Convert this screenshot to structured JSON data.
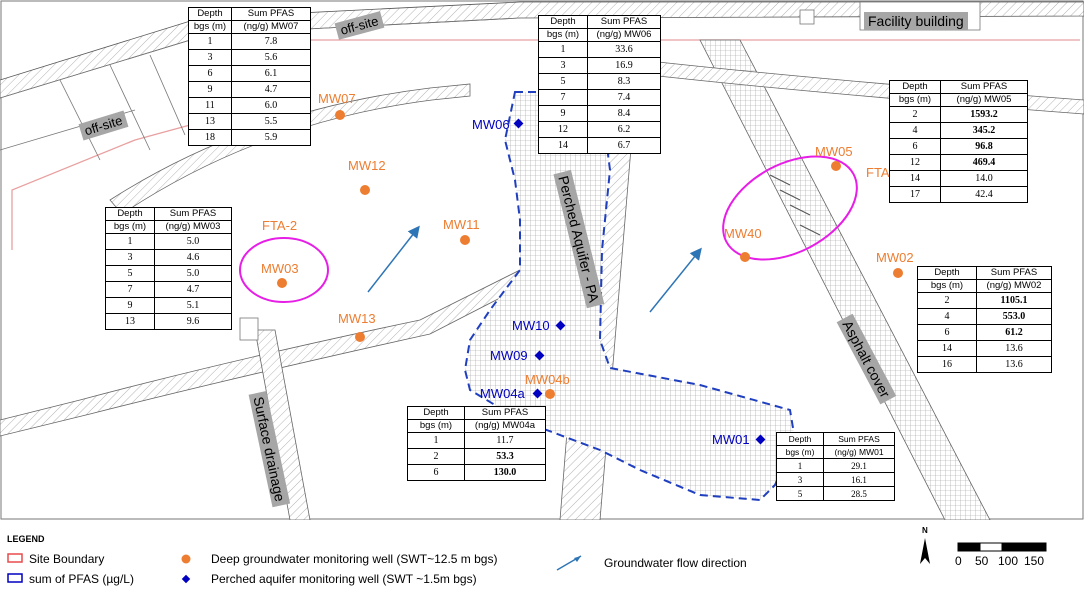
{
  "map_labels": {
    "offsite_top": "off-site",
    "offsite_left": "off-site",
    "facility": "Facility building",
    "perched_aquifer": "Perched Aquifer - PA",
    "asphalt": "Asphalt cover",
    "surface_drainage": "Surface drainage",
    "fta2": "FTA-2",
    "fta": "FTA"
  },
  "wells": {
    "MW07": "MW07",
    "MW12": "MW12",
    "MW11": "MW11",
    "MW03": "MW03",
    "MW13": "MW13",
    "MW06": "MW06",
    "MW10": "MW10",
    "MW09": "MW09",
    "MW04a": "MW04a",
    "MW04b": "MW04b",
    "MW05": "MW05",
    "MW40": "MW40",
    "MW02": "MW02",
    "MW01": "MW01"
  },
  "tables": {
    "MW07": {
      "h1": "Depth",
      "h2": "bgs (m)",
      "h3": "Sum PFAS",
      "h4": "(ng/g) MW07",
      "rows": [
        [
          "1",
          "7.8"
        ],
        [
          "3",
          "5.6"
        ],
        [
          "6",
          "6.1"
        ],
        [
          "9",
          "4.7"
        ],
        [
          "11",
          "6.0"
        ],
        [
          "13",
          "5.5"
        ],
        [
          "18",
          "5.9"
        ]
      ]
    },
    "MW06": {
      "h1": "Depth",
      "h2": "bgs (m)",
      "h3": "Sum PFAS",
      "h4": "(ng/g) MW06",
      "rows": [
        [
          "1",
          "33.6"
        ],
        [
          "3",
          "16.9"
        ],
        [
          "5",
          "8.3"
        ],
        [
          "7",
          "7.4"
        ],
        [
          "9",
          "8.4"
        ],
        [
          "12",
          "6.2"
        ],
        [
          "14",
          "6.7"
        ]
      ]
    },
    "MW05": {
      "h1": "Depth",
      "h2": "bgs (m)",
      "h3": "Sum PFAS",
      "h4": "(ng/g) MW05",
      "rows": [
        [
          "2",
          "1593.2"
        ],
        [
          "4",
          "345.2"
        ],
        [
          "6",
          "96.8"
        ],
        [
          "12",
          "469.4"
        ],
        [
          "14",
          "14.0"
        ],
        [
          "17",
          "42.4"
        ]
      ]
    },
    "MW03": {
      "h1": "Depth",
      "h2": "bgs (m)",
      "h3": "Sum PFAS",
      "h4": "(ng/g) MW03",
      "rows": [
        [
          "1",
          "5.0"
        ],
        [
          "3",
          "4.6"
        ],
        [
          "5",
          "5.0"
        ],
        [
          "7",
          "4.7"
        ],
        [
          "9",
          "5.1"
        ],
        [
          "13",
          "9.6"
        ]
      ]
    },
    "MW02": {
      "h1": "Depth",
      "h2": "bgs (m)",
      "h3": "Sum PFAS",
      "h4": "(ng/g) MW02",
      "rows": [
        [
          "2",
          "1105.1"
        ],
        [
          "4",
          "553.0"
        ],
        [
          "6",
          "61.2"
        ],
        [
          "14",
          "13.6"
        ],
        [
          "16",
          "13.6"
        ]
      ]
    },
    "MW04a": {
      "h1": "Depth",
      "h2": "bgs (m)",
      "h3": "Sum PFAS",
      "h4": "(ng/g) MW04a",
      "rows": [
        [
          "1",
          "11.7"
        ],
        [
          "2",
          "53.3"
        ],
        [
          "6",
          "130.0"
        ]
      ]
    },
    "MW01": {
      "h1": "Depth",
      "h2": "bgs (m)",
      "h3": "Sum PFAS",
      "h4": "(ng/g) MW01",
      "rows": [
        [
          "1",
          "29.1"
        ],
        [
          "3",
          "16.1"
        ],
        [
          "5",
          "28.5"
        ]
      ]
    }
  },
  "legend": {
    "title": "LEGEND",
    "site_boundary": "Site Boundary",
    "sum_pfas": "sum of PFAS (µg/L)",
    "deep_well": "Deep groundwater monitoring well (SWT~12.5 m bgs)",
    "perched_well": "Perched aquifer monitoring well (SWT ~1.5m bgs)",
    "flow": "Groundwater flow direction"
  },
  "scale": {
    "north": "N",
    "labels": [
      "0",
      "50",
      "100",
      "150"
    ]
  },
  "colors": {
    "deep": "#ed7d31",
    "perched": "#0000c0",
    "fta_ring": "#e61ee6",
    "flow_arrow": "#2e75b6",
    "site_boundary": "#e84a4a"
  }
}
